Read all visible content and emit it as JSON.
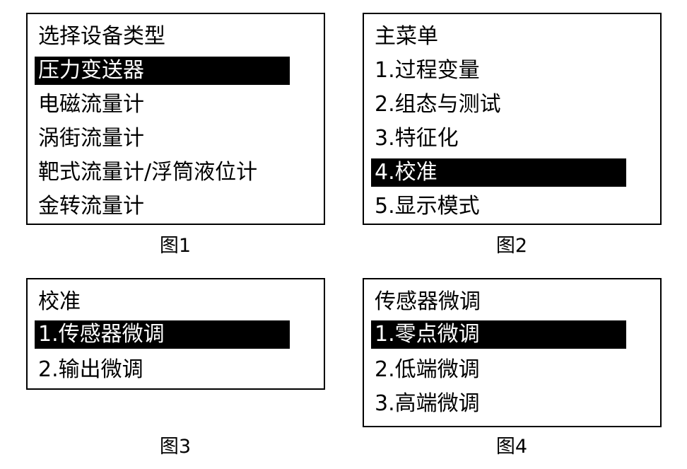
{
  "figure1": {
    "title": "选择设备类型",
    "items": [
      "压力变送器",
      "电磁流量计",
      "涡街流量计",
      "靶式流量计/浮筒液位计",
      "金转流量计"
    ],
    "selected_index": 0,
    "caption": "图1"
  },
  "figure2": {
    "title": "主菜单",
    "items": [
      "1.过程变量",
      "2.组态与测试",
      "3.特征化",
      "4.校准",
      "5.显示模式"
    ],
    "selected_index": 3,
    "caption": "图2"
  },
  "figure3": {
    "title": "校准",
    "items": [
      "1.传感器微调",
      "2.输出微调"
    ],
    "selected_index": 0,
    "caption": "图3"
  },
  "figure4": {
    "title": "传感器微调",
    "items": [
      "1.零点微调",
      "2.低端微调",
      "3.高端微调"
    ],
    "selected_index": 0,
    "caption": "图4"
  },
  "colors": {
    "border": "#000000",
    "highlight_bg": "#000000",
    "highlight_text": "#ffffff",
    "text": "#000000",
    "background": "#ffffff"
  }
}
